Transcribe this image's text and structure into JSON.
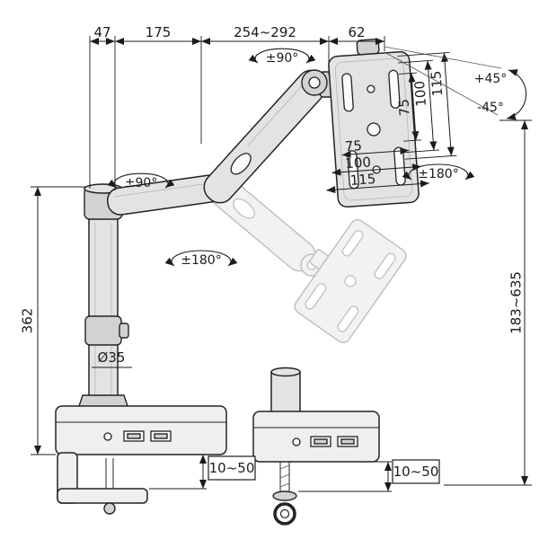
{
  "colors": {
    "ink": "#1c1c1c",
    "metal": "#e3e3e3",
    "ghost": "#c4c4c4"
  },
  "dims": {
    "top": [
      "47",
      "175",
      "254~292",
      "62"
    ],
    "pole_height": "362",
    "pole_diameter": "Ø35",
    "height_range": "183~635",
    "clamp_range_left": "10~50",
    "clamp_range_right": "10~50",
    "vesa_vertical": [
      "75",
      "100",
      "115"
    ],
    "vesa_horizontal": [
      "75",
      "100",
      "115"
    ]
  },
  "rotations": {
    "head_swivel": "±90°",
    "arm_swivel": "±90°",
    "arm_rotation": "±180°",
    "vesa_rotation": "±180°",
    "tilt_up": "+45°",
    "tilt_down": "-45°"
  }
}
